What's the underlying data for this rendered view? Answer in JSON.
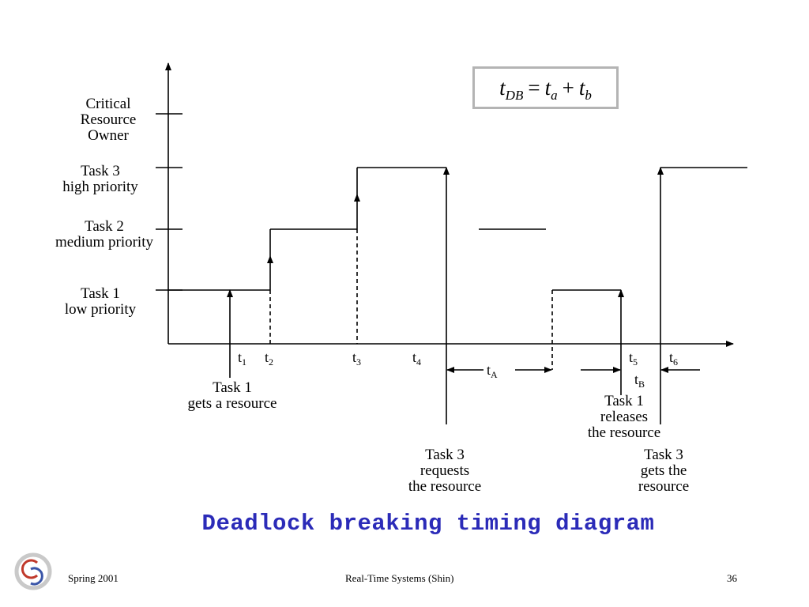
{
  "formula": {
    "lhs": "t",
    "lhs_sub": "DB",
    "eq": "=",
    "a": "t",
    "a_sub": "a",
    "plus": "+",
    "b": "t",
    "b_sub": "b"
  },
  "y_labels": [
    {
      "line1": "Critical",
      "line2": "Resource",
      "line3": "Owner"
    },
    {
      "line1": "Task 3",
      "line2": "high priority"
    },
    {
      "line1": "Task 2",
      "line2": "medium priority"
    },
    {
      "line1": "Task 1",
      "line2": "low priority"
    }
  ],
  "ticks": [
    {
      "t": "t",
      "sub": "1"
    },
    {
      "t": "t",
      "sub": "2"
    },
    {
      "t": "t",
      "sub": "3"
    },
    {
      "t": "t",
      "sub": "4"
    },
    {
      "t": "t",
      "sub": "5"
    },
    {
      "t": "t",
      "sub": "6"
    }
  ],
  "intervals": {
    "A": {
      "t": "t",
      "sub": "A"
    },
    "B": {
      "t": "t",
      "sub": "B"
    }
  },
  "annotations": {
    "task1_gets": {
      "line1": "Task 1",
      "line2": "gets a  resource"
    },
    "task1_releases": {
      "line1": "Task 1",
      "line2": "releases",
      "line3": "the resource"
    },
    "task3_requests": {
      "line1": "Task 3",
      "line2": "requests",
      "line3": "the resource"
    },
    "task3_gets": {
      "line1": "Task 3",
      "line2": "gets the",
      "line3": "resource"
    }
  },
  "title": "Deadlock breaking timing diagram",
  "footer": {
    "left": "Spring 2001",
    "center": "Real-Time Systems (Shin)",
    "page": "36"
  },
  "colors": {
    "title": "#2b2bb8",
    "formula_border": "#b4b4b4",
    "logo_red": "#c0392b",
    "logo_blue": "#3a55a8"
  }
}
